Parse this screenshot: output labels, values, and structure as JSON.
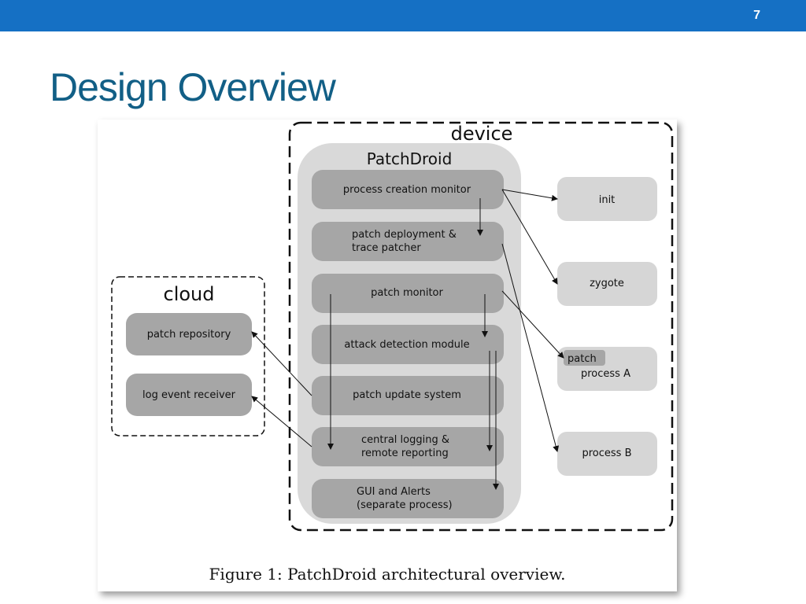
{
  "slide": {
    "number": "7",
    "title": "Design Overview"
  },
  "figure": {
    "caption": "Figure 1: PatchDroid architectural overview.",
    "device_label": "device",
    "cloud_label": "cloud",
    "patchdroid_label": "PatchDroid",
    "patchdroid_modules": [
      {
        "lines": [
          "process creation monitor"
        ]
      },
      {
        "lines": [
          "patch deployment &",
          "trace patcher"
        ]
      },
      {
        "lines": [
          "patch monitor"
        ]
      },
      {
        "lines": [
          "attack detection module"
        ]
      },
      {
        "lines": [
          "patch update system"
        ]
      },
      {
        "lines": [
          "central logging &",
          "remote reporting"
        ]
      },
      {
        "lines": [
          "GUI and Alerts",
          "(separate process)"
        ]
      }
    ],
    "cloud_modules": [
      "patch repository",
      "log event receiver"
    ],
    "processes": {
      "init": "init",
      "zygote": "zygote",
      "process_a_patch": "patch",
      "process_a": "process A",
      "process_b": "process B"
    }
  },
  "colors": {
    "top_bar": "#1570c4",
    "title": "#125f86",
    "patchdroid_bg": "#d9d9d9",
    "module_box": "#a6a6a6",
    "light_box": "#d6d6d6"
  }
}
